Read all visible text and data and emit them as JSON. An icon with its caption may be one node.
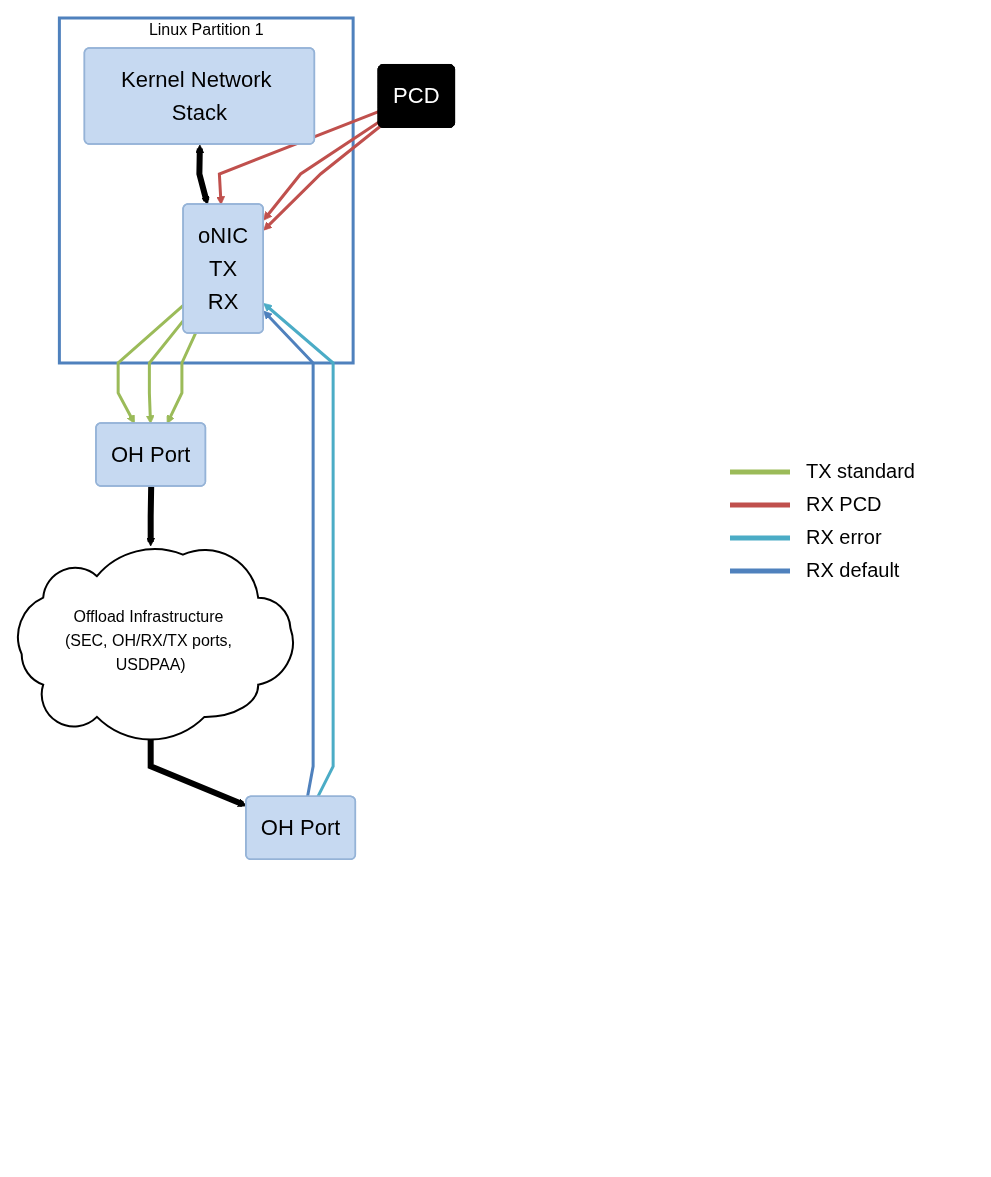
{
  "diagram": {
    "nodes": [
      {
        "text": [
          "Linux Partition 1"
        ]
      },
      {
        "text": [
          "Kernel Network Stack"
        ],
        "in": 0
      },
      {
        "text": [
          "oNIC",
          "TX",
          "RX"
        ],
        "in": 0
      },
      {
        "text": [
          "OH Port"
        ]
      },
      {
        "text": [
          "PCD"
        ]
      },
      {
        "text": [
          "OH Port"
        ]
      },
      {
        "text": [
          "Offload Infrastructure (SEC, OH/RX/TX ports, USDPAA)"
        ]
      }
    ],
    "edges": [
      {
        "from": 1,
        "to": 2,
        "arrow": "both",
        "style": "thick"
      },
      {
        "from": 2,
        "to": 3,
        "arrow": "to",
        "color": "#9bbb59"
      },
      {
        "from": 2,
        "to": 3,
        "arrow": "to",
        "color": "#9bbb59"
      },
      {
        "from": 2,
        "to": 3,
        "arrow": "to",
        "color": "#9bbb59"
      },
      {
        "from": 5,
        "to": 2,
        "arrow": "to",
        "color": "#4f81bd"
      },
      {
        "from": 5,
        "to": 2,
        "arrow": "to",
        "color": "#4bacc6"
      },
      {
        "from": 4,
        "to": 2,
        "arrow": "to",
        "color": "#c0504d"
      },
      {
        "from": 4,
        "to": 2,
        "arrow": "to",
        "color": "#c0504d"
      },
      {
        "from": 4,
        "to": 2,
        "arrow": "to",
        "color": "#c0504d"
      },
      {
        "from": 3,
        "to": 6,
        "arrow": "to",
        "style": "thick"
      },
      {
        "from": 6,
        "to": 5,
        "arrow": "to",
        "style": "thick"
      }
    ],
    "legend": [
      {
        "text": "TX standard"
      },
      {
        "text": "RX PCD"
      },
      {
        "text": "RX error"
      },
      {
        "text": "RX default"
      }
    ]
  }
}
